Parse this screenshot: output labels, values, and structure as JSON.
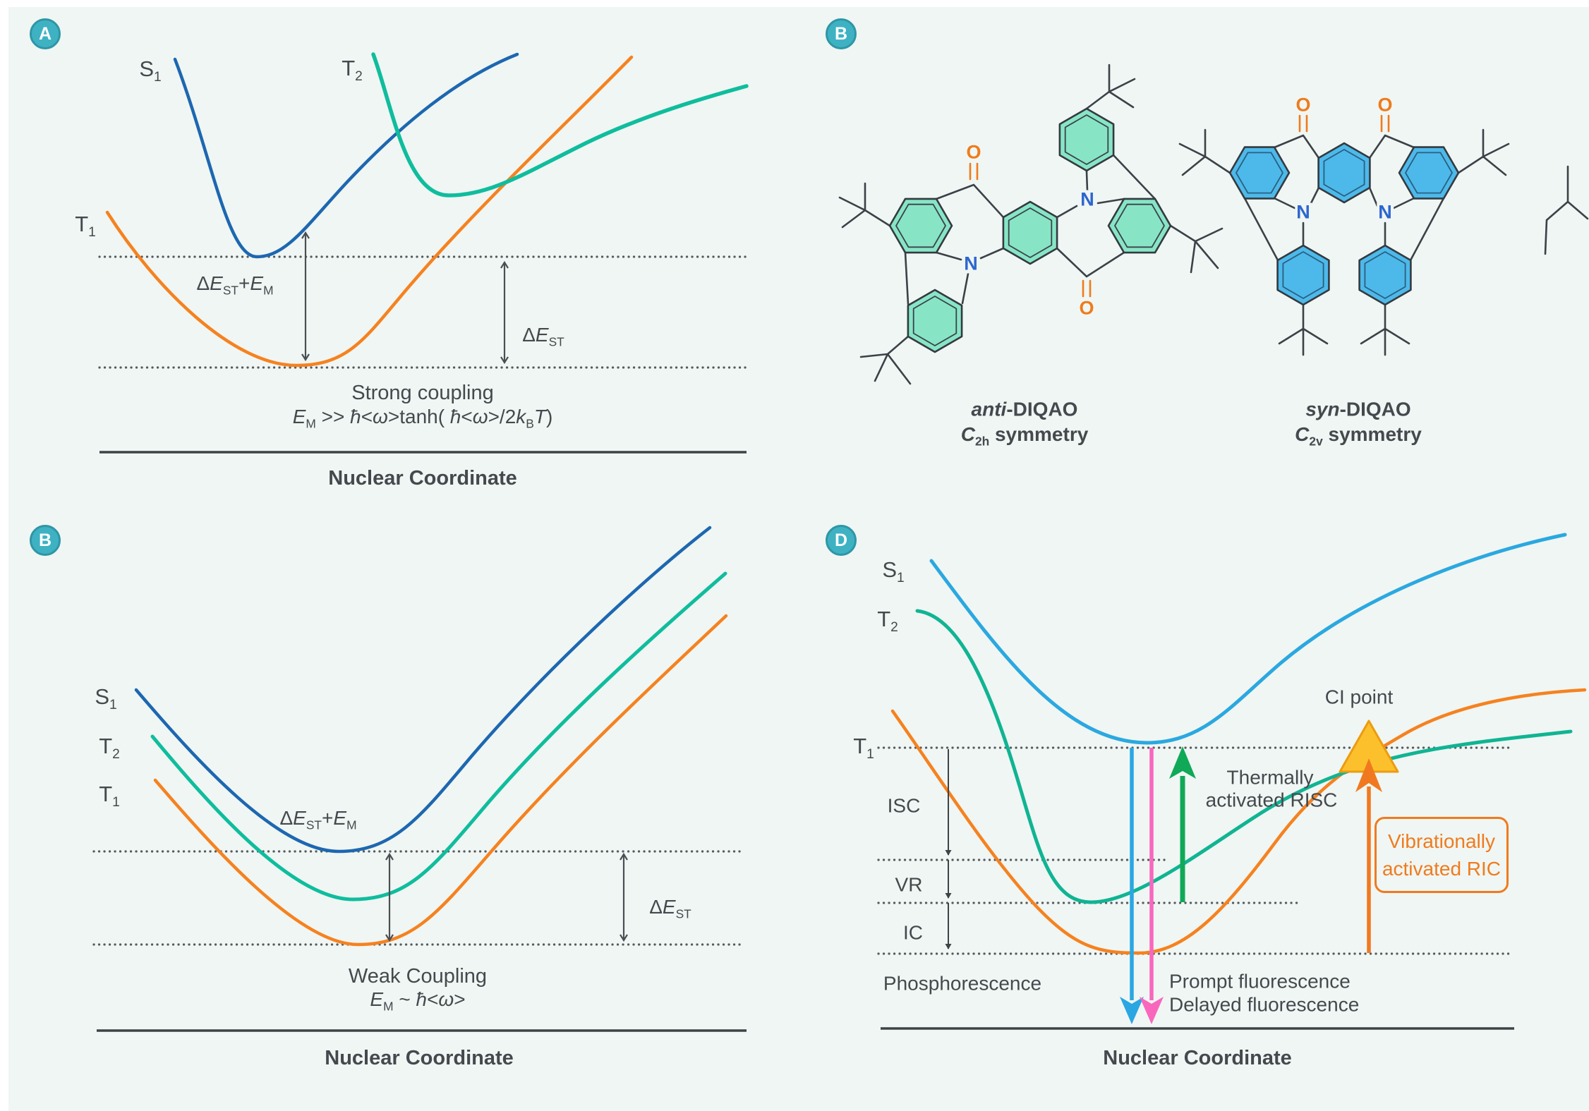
{
  "figure": {
    "background": "#f0f6f3",
    "text_color": "#45494e",
    "dotted_line_color": "#55595e",
    "axis_color": "#3d4247"
  },
  "badges": {
    "a": "A",
    "b_molecules": "B",
    "b_weak": "B",
    "d": "D"
  },
  "panel_a": {
    "labels": {
      "s1": [
        [
          "n",
          "S"
        ],
        [
          "s",
          "1"
        ]
      ],
      "t2": [
        [
          "n",
          "T"
        ],
        [
          "s",
          "2"
        ]
      ],
      "t1": [
        [
          "n",
          "T"
        ],
        [
          "s",
          "1"
        ]
      ],
      "gap_upper": [
        [
          "n",
          "Δ"
        ],
        [
          "i",
          "E"
        ],
        [
          "s",
          "ST"
        ],
        [
          "n",
          "+"
        ],
        [
          "i",
          "E"
        ],
        [
          "s",
          "M"
        ]
      ],
      "gap_st": [
        [
          "n",
          "Δ"
        ],
        [
          "i",
          "E"
        ],
        [
          "s",
          "ST"
        ]
      ]
    },
    "title": "Strong coupling",
    "equation": [
      [
        "i",
        "E"
      ],
      [
        "s",
        "M"
      ],
      [
        "n",
        " >> "
      ],
      [
        "i",
        "ħ"
      ],
      [
        "n",
        "<"
      ],
      [
        "i",
        "ω"
      ],
      [
        "n",
        ">tanh( "
      ],
      [
        "i",
        "ħ"
      ],
      [
        "n",
        "<"
      ],
      [
        "i",
        "ω"
      ],
      [
        "n",
        ">/2"
      ],
      [
        "i",
        "k"
      ],
      [
        "s",
        "B"
      ],
      [
        "i",
        "T"
      ],
      [
        "n",
        ")"
      ]
    ],
    "x_axis": "Nuclear Coordinate",
    "colors": {
      "s1": "#1d67b1",
      "t2": "#0fbd9d",
      "t1": "#f58220"
    }
  },
  "panel_b_weak": {
    "labels": {
      "s1": [
        [
          "n",
          "S"
        ],
        [
          "s",
          "1"
        ]
      ],
      "t2": [
        [
          "n",
          "T"
        ],
        [
          "s",
          "2"
        ]
      ],
      "t1": [
        [
          "n",
          "T"
        ],
        [
          "s",
          "1"
        ]
      ],
      "gap_upper": [
        [
          "n",
          "Δ"
        ],
        [
          "i",
          "E"
        ],
        [
          "s",
          "ST"
        ],
        [
          "n",
          "+"
        ],
        [
          "i",
          "E"
        ],
        [
          "s",
          "M"
        ]
      ],
      "gap_st": [
        [
          "n",
          "Δ"
        ],
        [
          "i",
          "E"
        ],
        [
          "s",
          "ST"
        ]
      ]
    },
    "title": "Weak Coupling",
    "equation": [
      [
        "i",
        "E"
      ],
      [
        "s",
        "M"
      ],
      [
        "n",
        " ~ "
      ],
      [
        "i",
        "ħ"
      ],
      [
        "n",
        "<"
      ],
      [
        "i",
        "ω"
      ],
      [
        "n",
        ">"
      ]
    ],
    "x_axis": "Nuclear Coordinate",
    "colors": {
      "s1": "#1d67b1",
      "t2": "#0fbd9d",
      "t1": "#f58220"
    }
  },
  "panel_b_molecules": {
    "anti": {
      "name": [
        [
          "bi",
          "anti"
        ],
        [
          "b",
          "-DIQAO"
        ]
      ],
      "symmetry": [
        [
          "bi",
          "C"
        ],
        [
          "bs",
          "2h"
        ],
        [
          "b",
          " symmetry"
        ]
      ],
      "atoms": {
        "o_top": "O",
        "n_left": "N",
        "n_right": "N",
        "o_bottom": "O"
      },
      "ring_fill": "#87e5c5"
    },
    "syn": {
      "name": [
        [
          "bi",
          "syn"
        ],
        [
          "b",
          "-DIQAO"
        ]
      ],
      "symmetry": [
        [
          "bi",
          "C"
        ],
        [
          "bs",
          "2v"
        ],
        [
          "b",
          " symmetry"
        ]
      ],
      "atoms": {
        "o_left": "O",
        "o_right": "O",
        "n_left": "N",
        "n_right": "N"
      },
      "ring_fill": "#4db9ea"
    }
  },
  "panel_d": {
    "labels": {
      "s1": [
        [
          "n",
          "S"
        ],
        [
          "s",
          "1"
        ]
      ],
      "t2": [
        [
          "n",
          "T"
        ],
        [
          "s",
          "2"
        ]
      ],
      "t1": [
        [
          "n",
          "T"
        ],
        [
          "s",
          "1"
        ]
      ]
    },
    "ci_point": "CI point",
    "isc": "ISC",
    "vr": "VR",
    "ic": "IC",
    "phosphorescence": "Phosphorescence",
    "prompt": "Prompt fluorescence",
    "delayed": "Delayed fluorescence",
    "thermal_line1": "Thermally",
    "thermal_line2": "activated RISC",
    "vibrational_line1": "Vibrationally",
    "vibrational_line2": "activated RIC",
    "x_axis": "Nuclear Coordinate",
    "colors": {
      "s1": "#2ba8e0",
      "t2": "#10b493",
      "t1": "#f58220",
      "prompt_arrow": "#2aa7e2",
      "delayed_arrow": "#f967bd",
      "risc_arrow": "#0fa958",
      "ric_arrow": "#f0791f",
      "ci_marker": "#fcc02c"
    }
  }
}
